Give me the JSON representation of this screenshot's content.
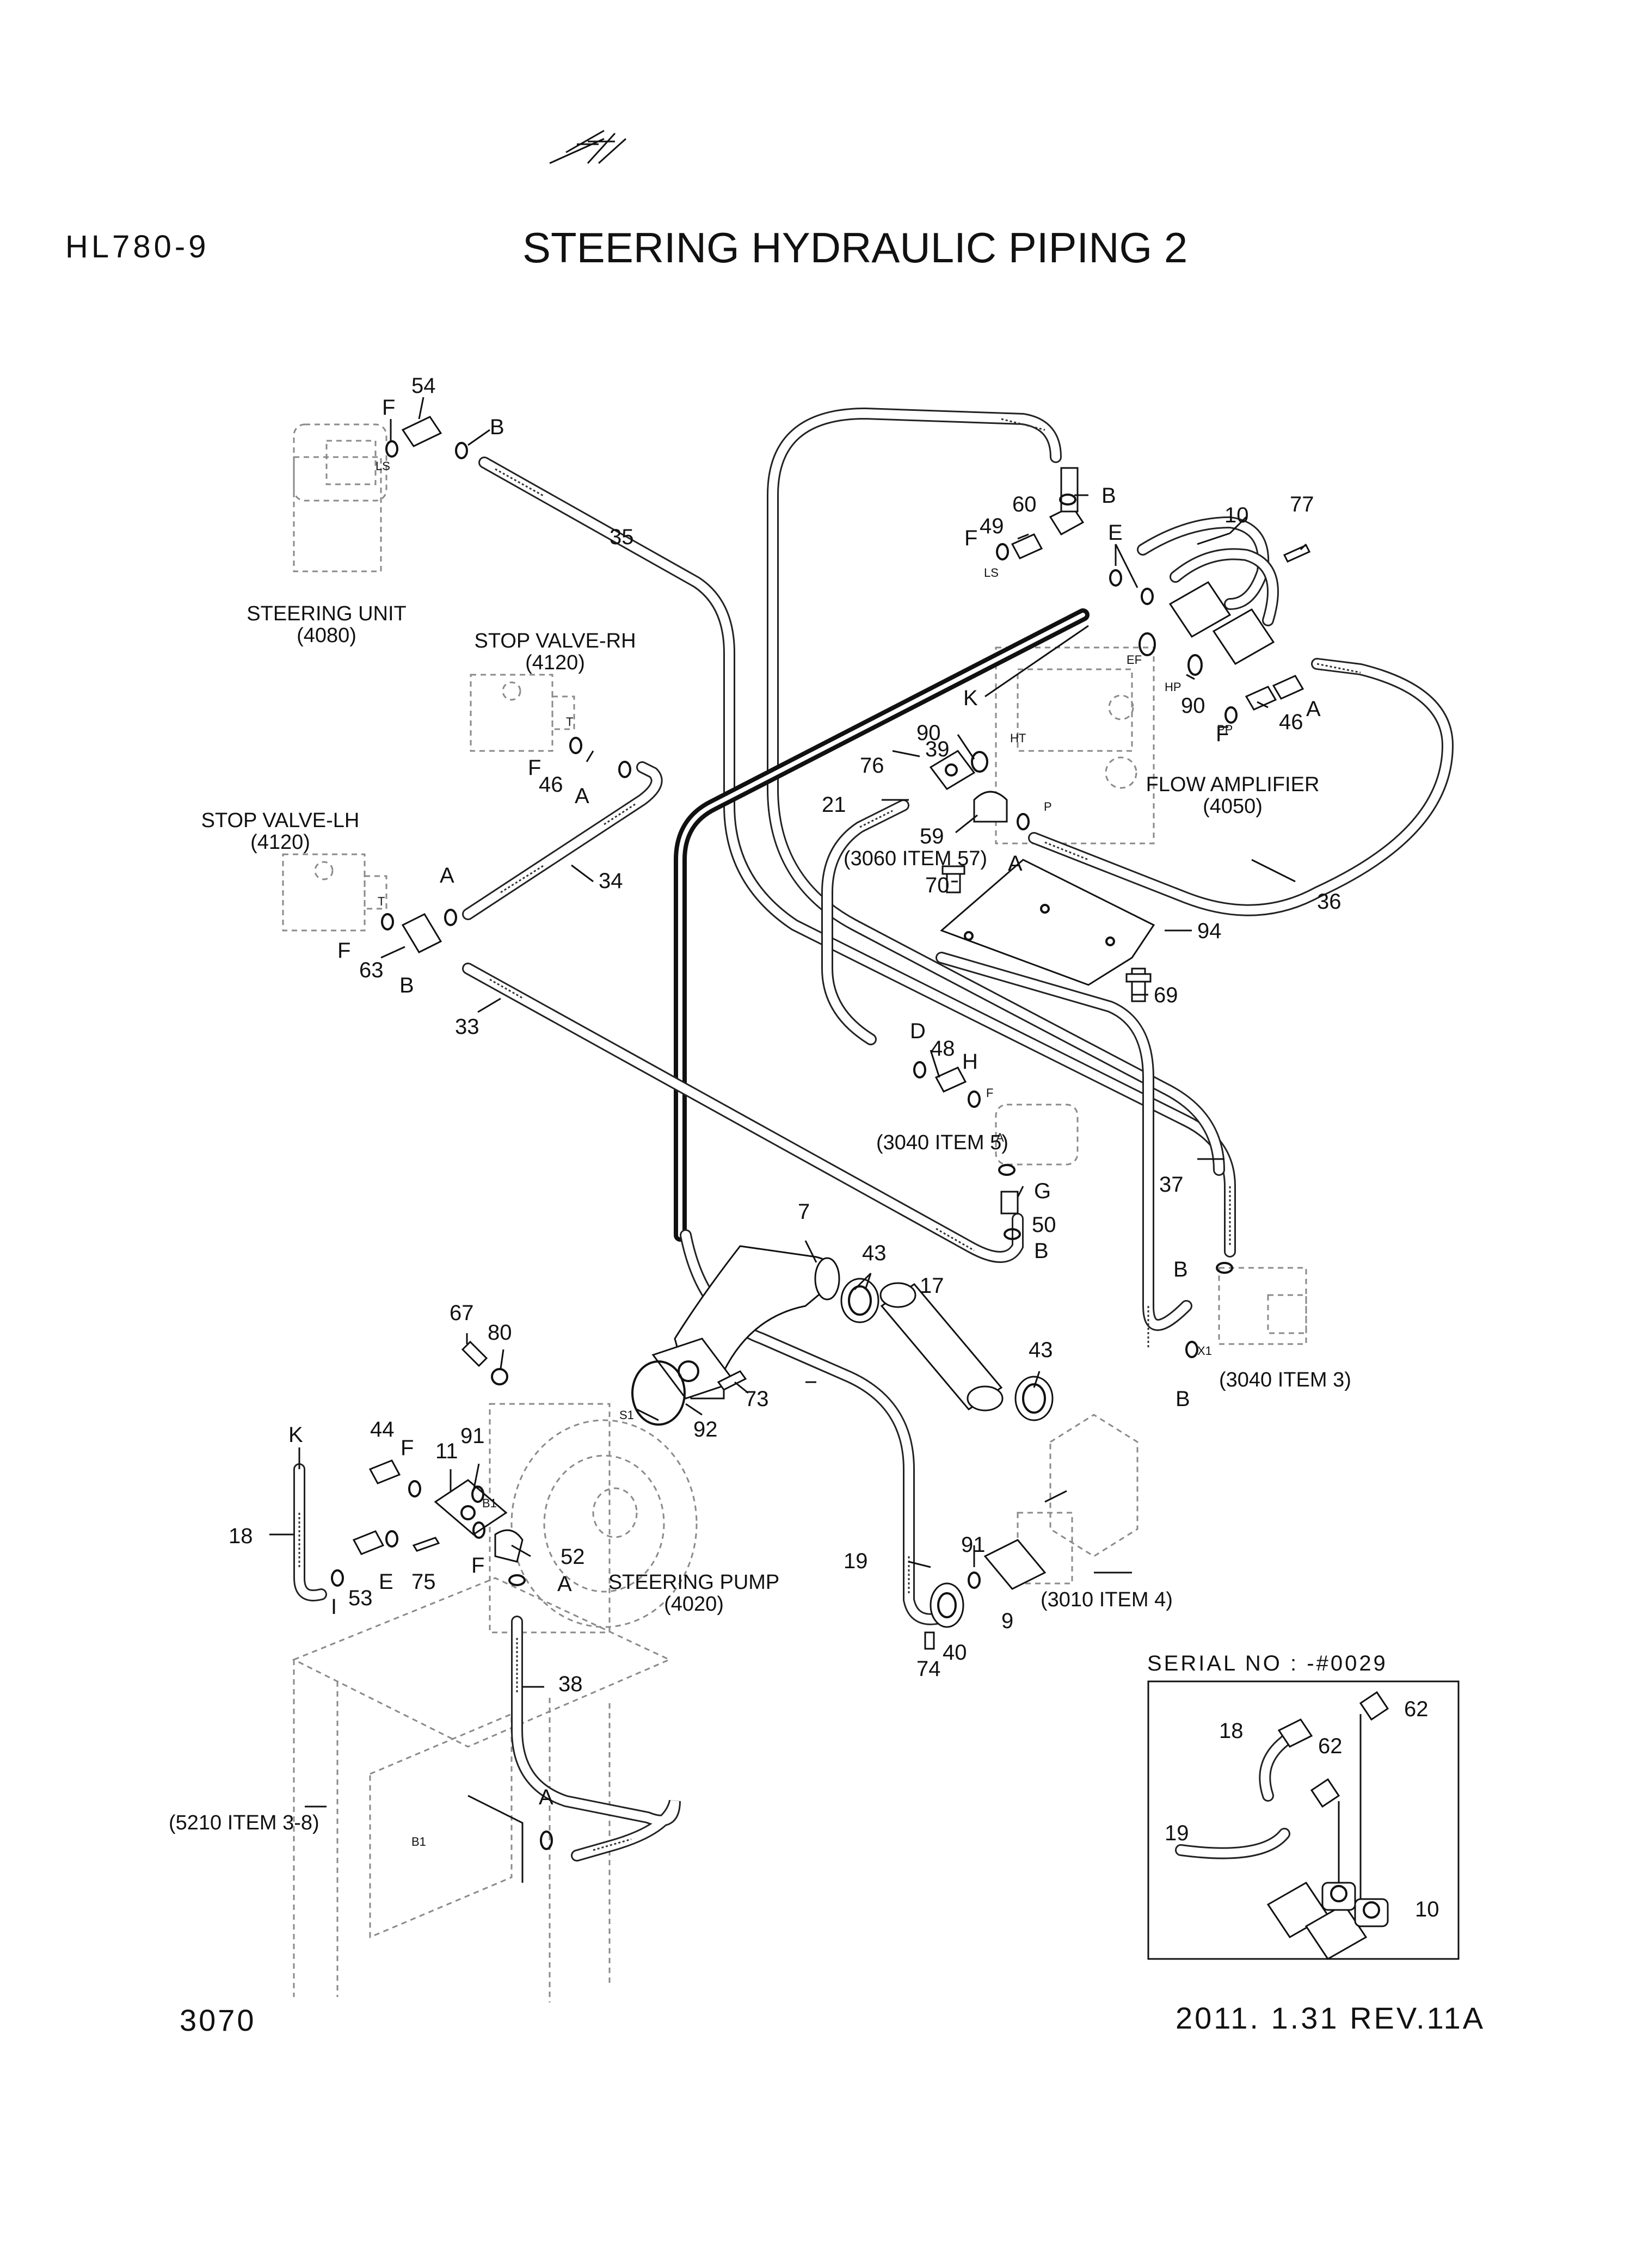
{
  "header": {
    "model": "HL780-9",
    "title": "STEERING HYDRAULIC PIPING 2"
  },
  "footer": {
    "page_number": "3070",
    "revision": "2011. 1.31  REV.11A"
  },
  "components": {
    "steering_unit": [
      "STEERING UNIT",
      "(4080)"
    ],
    "stop_valve_rh": [
      "STOP VALVE-RH",
      "(4120)"
    ],
    "stop_valve_lh": [
      "STOP VALVE-LH",
      "(4120)"
    ],
    "flow_amplifier": [
      "FLOW AMPLIFIER",
      "(4050)"
    ],
    "steering_pump": [
      "STEERING PUMP",
      "(4020)"
    ]
  },
  "references": {
    "ref_3060": "(3060 ITEM 57)",
    "ref_3040_5": "(3040 ITEM 5)",
    "ref_3040_3": "(3040 ITEM 3)",
    "ref_3010_4": "(3010 ITEM 4)",
    "ref_5210": "(5210 ITEM 3-8)"
  },
  "callouts": {
    "c54": "54",
    "c35": "35",
    "c60": "60",
    "c49": "49",
    "c10": "10",
    "c77": "77",
    "c90a": "90",
    "c90b": "90",
    "c46a": "46",
    "c46b": "46",
    "c36": "36",
    "c39": "39",
    "c76": "76",
    "c21": "21",
    "c59": "59",
    "c70": "70",
    "c94": "94",
    "c69": "69",
    "c34": "34",
    "c63": "63",
    "c33": "33",
    "c48": "48",
    "c37": "37",
    "c50": "50",
    "c7": "7",
    "c43a": "43",
    "c43b": "43",
    "c17": "17",
    "c67": "67",
    "c80": "80",
    "c92": "92",
    "c73": "73",
    "c44": "44",
    "c11": "11",
    "c91a": "91",
    "c91b": "91",
    "c18a": "18",
    "c18b": "18",
    "c53": "53",
    "c75": "75",
    "c52": "52",
    "c38": "38",
    "c19a": "19",
    "c19b": "19",
    "c40": "40",
    "c74": "74",
    "c9": "9",
    "c62a": "62",
    "c62b": "62",
    "c10b": "10"
  },
  "port_letters": {
    "F1": "F",
    "B1": "B",
    "B2": "B",
    "F2": "F",
    "E": "E",
    "K1": "K",
    "A1": "A",
    "F3": "F",
    "F4": "F",
    "A2": "A",
    "A3": "A",
    "A4": "A",
    "F5": "F",
    "B3": "B",
    "D": "D",
    "H": "H",
    "G": "G",
    "B4": "B",
    "B5": "B",
    "B6": "B",
    "K2": "K",
    "F6": "F",
    "E2": "E",
    "I": "I",
    "F7": "F",
    "A5": "A",
    "A6": "A"
  },
  "port_marks": {
    "LS1": "LS",
    "LS2": "LS",
    "EF": "EF",
    "HP": "HP",
    "PP": "PP",
    "HT": "HT",
    "P": "P",
    "T1": "T",
    "T2": "T",
    "F": "F",
    "A": "A",
    "X1": "X1",
    "S1": "S1",
    "B1a": "B1",
    "B1b": "B1"
  },
  "inset": {
    "title": "SERIAL NO : -#0029"
  }
}
